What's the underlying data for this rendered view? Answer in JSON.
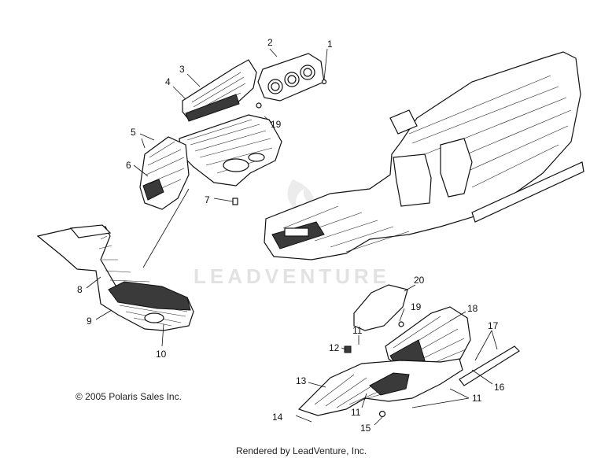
{
  "callouts": [
    "1",
    "2",
    "3",
    "4",
    "5",
    "6",
    "7",
    "8",
    "9",
    "10",
    "11",
    "12",
    "13",
    "14",
    "15",
    "16",
    "17",
    "18",
    "19",
    "20"
  ],
  "labels": {
    "c1": "1",
    "c2": "2",
    "c3": "3",
    "c4": "4",
    "c5": "5",
    "c6": "6",
    "c7": "7",
    "c8": "8",
    "c9": "9",
    "c10": "10",
    "c11a": "11",
    "c11b": "11",
    "c11c": "11",
    "c12": "12",
    "c13": "13",
    "c14": "14",
    "c15": "15",
    "c16": "16",
    "c17": "17",
    "c18": "18",
    "c19a": "19",
    "c19b": "19",
    "c20": "20"
  },
  "copyright": "© 2005 Polaris Sales Inc.",
  "watermark": "LEADVENTURE",
  "footer": "Rendered by LeadVenture, Inc.",
  "colors": {
    "line": "#111111",
    "background": "#ffffff",
    "watermark": "#e2e2e2"
  }
}
